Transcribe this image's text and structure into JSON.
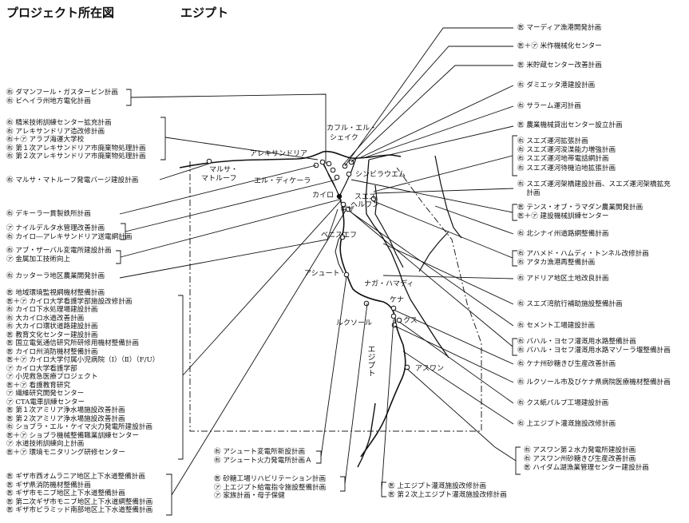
{
  "header": {
    "title": "プロジェクト所在図",
    "country": "エジプト"
  },
  "places": {
    "alexandria": "アレキサンドリア",
    "marsa_matruh_1": "マルサ・",
    "marsa_matruh_2": "マトルーフ",
    "kafr_1": "カフル・エル・",
    "kafr_2": "シェイク",
    "el_dikheila": "エル・ディケーラ",
    "shibin": "シンビラウエム",
    "cairo": "カイロ",
    "suez": "スエズ",
    "giza": "ギザ",
    "helwan": "ヘルワン",
    "beni_suef": "ベニスエフ",
    "asyut": "アシュート",
    "nag_hammadi": "ナガ・ハマディ",
    "qena": "ケナ",
    "luxor": "ルクソール",
    "qus": "クス",
    "aswan": "アスワン",
    "egypt_label": "エジプト"
  },
  "left_groups": [
    {
      "id": "g1",
      "items": [
        "㊨ ダマンフール・ガスタービン計画",
        "㊨ ビヘイラ州地方電化計画"
      ]
    },
    {
      "id": "g2",
      "items": [
        "㊨ 精米技術訓練センター拡充計画",
        "㊨ アレキサンドリア造改修計画",
        "㊨＋㋐ アラブ海運大学校",
        "㊨ 第１次アレキサンドリア市廃棄物処理計画",
        "㊨ 第２次アレキサンドリア市廃棄物処理計画"
      ]
    },
    {
      "id": "g3",
      "items": [
        "㊨ マルサ・マトルーフ発電バージ建設計画"
      ]
    },
    {
      "id": "g4",
      "items": [
        "㊨ デキーラ一貫製鉄所計画"
      ]
    },
    {
      "id": "g5",
      "items": [
        "㋐ ナイルデルタ水管理改善計画",
        "㊨ カイロ―アレキサンドリア送電網計画"
      ]
    },
    {
      "id": "g6",
      "items": [
        "㊨ アブ・ザーバル変電所建設計画",
        "㋐ 金属加工技術向上"
      ]
    },
    {
      "id": "g7",
      "items": [
        "㊨ カッターラ地区農業開発計画"
      ]
    },
    {
      "id": "g8",
      "items": [
        "㊩ 地域環境監視網機材整備計画",
        "㊩＋㋐ カイロ大学看護学部施設改修計画",
        "㊨ カイロ下水処理場建設計画",
        "㊨ 大カイロ水道改善計画",
        "㊨ 大カイロ環状道路建設計画",
        "㊩ 教育文化センター建設計画",
        "㊩ 国立電気通信研究所研修用機材整備計画",
        "㊩ カイロ州消防機材整備計画",
        "㊩＋㋐ カイロ大学付属小児病院（Ⅰ）（Ⅱ）（F/U）",
        "㋐ カイロ大学看護学部",
        "㋐ 小児救急医療プロジェクト",
        "㊩＋㋐ 看護教育研究",
        "㋐ 繊維研究開発センター",
        "㋐ CTA電車訓練センター",
        "㊩ 第１次アミリア浄水場施設改善計画",
        "㊩ 第２次アミリア浄水場施設改善計画",
        "㊨ ショブラ・エル・ケイマ火力発電所建設計画",
        "㊩＋㋐ ショブラ機械整備職業訓練センター",
        "㋐ 水道技術訓練向上計画",
        "㊩＋㋐ 環境モニタリング研修センター"
      ]
    },
    {
      "id": "g9",
      "items": [
        "㊩ ギザ市西オムラニア地区上下水道整備計画",
        "㊩ ギザ県消防機材整備計画",
        "㊩ ギザ市モニブ地区上下水道整備計画",
        "㊩ 第二次ギザ市モニブ地区上下水道網整備計画",
        "㊩ ギザ市ピラミッド南部地区上下水道整備計画"
      ]
    },
    {
      "id": "g10",
      "items": [
        "㊨ アシュート変電所新設計画",
        "㊨ アシュート火力発電所計画Ａ"
      ]
    },
    {
      "id": "g11",
      "items": [
        "㊩ 砂糖工場リハビリテーション計画",
        "㋐ 上エジプト給電指令施設整備計画",
        "㋐ 家族計画・母子保健"
      ]
    },
    {
      "id": "g12",
      "items": [
        "㊩ 上エジプト灌漑施設改修計画",
        "㊩ 第２次上エジプト灌漑施設改修計画"
      ]
    }
  ],
  "right_groups": [
    {
      "id": "r1",
      "items": [
        "㊩ マーディア漁港開発計画"
      ]
    },
    {
      "id": "r2",
      "items": [
        "㊩＋㋐ 米作機械化センター"
      ]
    },
    {
      "id": "r3",
      "items": [
        "㊩ 米貯蔵センター改善計画"
      ]
    },
    {
      "id": "r4",
      "items": [
        "㊨ ダミエッタ港建設計画"
      ]
    },
    {
      "id": "r5",
      "items": [
        "㊨ サラーム運河計画"
      ]
    },
    {
      "id": "r6",
      "items": [
        "㊩ 農業機械貸出センター設立計画"
      ]
    },
    {
      "id": "r7",
      "items": [
        "㊨ スエズ運河拡張計画",
        "㊨ スエズ運河浚渫能力増強計画",
        "㊨ スエズ運河地帯電話網計画",
        "㊨ スエズ運河待機泊地拡張計画"
      ]
    },
    {
      "id": "r8",
      "items": [
        "㊨ スエズ運河架橋建設計画、スエズ運河架橋拡充",
        "　 計画"
      ]
    },
    {
      "id": "r9",
      "items": [
        "㊩ テンス・オブ・ラマダン農業開発計画",
        "㊩＋㋐ 建設機械訓練センター"
      ]
    },
    {
      "id": "r10",
      "items": [
        "㊨ 北シナイ州道路網整備計画"
      ]
    },
    {
      "id": "r11",
      "items": [
        "㊨ アハメド・ハムディ・トンネル改修計画",
        "㊨ アタカ漁港再整備計画"
      ]
    },
    {
      "id": "r12",
      "items": [
        "㊨ アドリア地区土地改良計画"
      ]
    },
    {
      "id": "r13",
      "items": [
        "㊨ スエズ湾航行補助施設整備計画"
      ]
    },
    {
      "id": "r14",
      "items": [
        "㊨ セメント工場建設計画"
      ]
    },
    {
      "id": "r15",
      "items": [
        "㊨ バハル・ヨセフ灌漑用水路整備計画",
        "㊨ バハル・ヨセフ灌漑用水路マゾーラ堰整備計画"
      ]
    },
    {
      "id": "r16",
      "items": [
        "㊨ ケナ州砂糖きび生産改善計画"
      ]
    },
    {
      "id": "r17",
      "items": [
        "㊨ ルクソール市及びケナ県病院医療機材整備計画"
      ]
    },
    {
      "id": "r18",
      "items": [
        "㊨ クス紙パルプ工場建設計画"
      ]
    },
    {
      "id": "r19",
      "items": [
        "㊨ 上エジプト灌漑施設改修計画"
      ]
    },
    {
      "id": "r20",
      "items": [
        "㊨ アスワン第２水力発電所建設計画",
        "㊨ アスワン州砂糖きび生産改善計画",
        "㊩ ハイダム湖漁業管理センター建設計画"
      ]
    }
  ]
}
